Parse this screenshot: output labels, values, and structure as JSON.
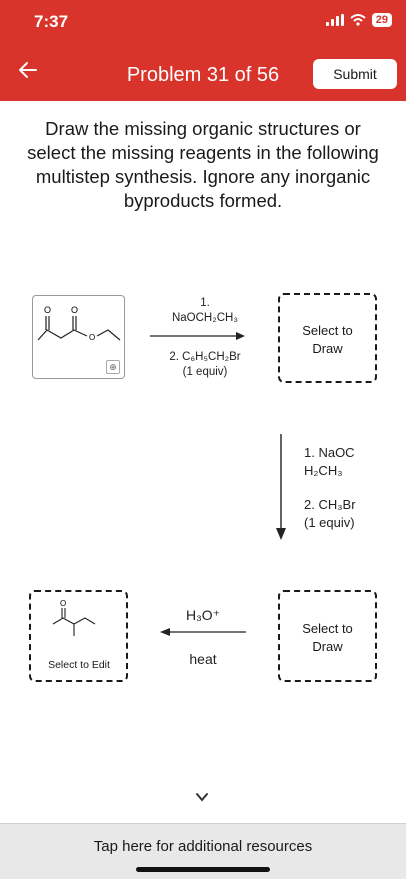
{
  "status": {
    "time": "7:37",
    "battery": "29"
  },
  "header": {
    "title": "Problem 31 of 56",
    "submit_label": "Submit"
  },
  "instructions": "Draw the missing organic structures or select the missing reagents in the following multistep synthesis. Ignore any inorganic byproducts formed.",
  "step1": {
    "line1": "1.",
    "line2": "NaOCH₂CH₃",
    "line3": "2. C₆H₅CH₂Br",
    "line4": "(1 equiv)"
  },
  "step2": {
    "line1": "1. NaOC",
    "line2": "H₂CH₃",
    "line3": "2. CH₃Br",
    "line4": "(1 equiv)"
  },
  "step3": {
    "line1": "H₃O⁺",
    "line2": "heat"
  },
  "draw_box_1": {
    "label": "Select to Draw"
  },
  "draw_box_2": {
    "label": "Select to Draw"
  },
  "product_box": {
    "label": "Select to Edit"
  },
  "bottom": {
    "resources_label": "Tap here for additional resources"
  },
  "colors": {
    "header": "#d9342b",
    "background": "#ffffff",
    "bottom_bar": "#e8e8e8"
  },
  "icons": [
    "back-arrow-icon",
    "signal-icon",
    "wifi-icon",
    "battery-icon",
    "zoom-icon",
    "chevron-down-icon"
  ]
}
